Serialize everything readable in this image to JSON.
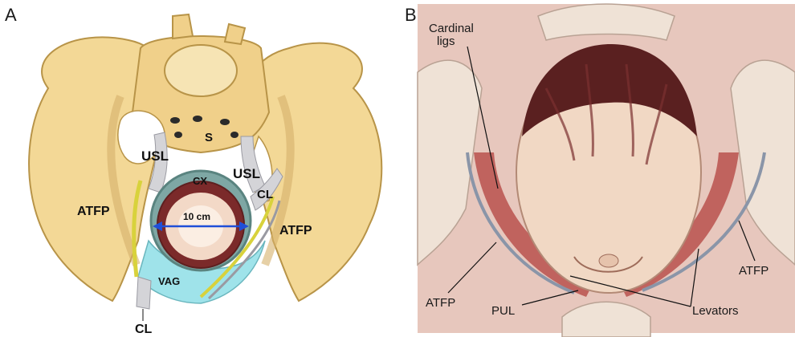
{
  "panel_a": {
    "letter": "A",
    "labels": {
      "sacrum": "S",
      "usl_left": "USL",
      "usl_right": "USL",
      "cervix": "CX",
      "cl_right": "CL",
      "atfp_left": "ATFP",
      "atfp_right": "ATFP",
      "measure": "10 cm",
      "vagina": "VAG",
      "cl_bottom": "CL"
    },
    "colors": {
      "bone": "#f3d896",
      "bone_edge": "#b89448",
      "ligament": "#d4d4d8",
      "vagina": "#9fe3ea",
      "measure_arrow": "#1f4fd8",
      "atfp_line": "#d8d23c"
    }
  },
  "panel_b": {
    "letter": "B",
    "labels": {
      "cardinal": [
        "Cardinal",
        "ligs"
      ],
      "atfp_left": "ATFP",
      "atfp_right": "ATFP",
      "pul": "PUL",
      "levators": "Levators"
    },
    "colors": {
      "muscle": "#b8514e",
      "tissue": "#e7c7bd",
      "head": "#f1d8c4",
      "hair": "#5a2020",
      "tendon": "#8a95a8"
    }
  }
}
